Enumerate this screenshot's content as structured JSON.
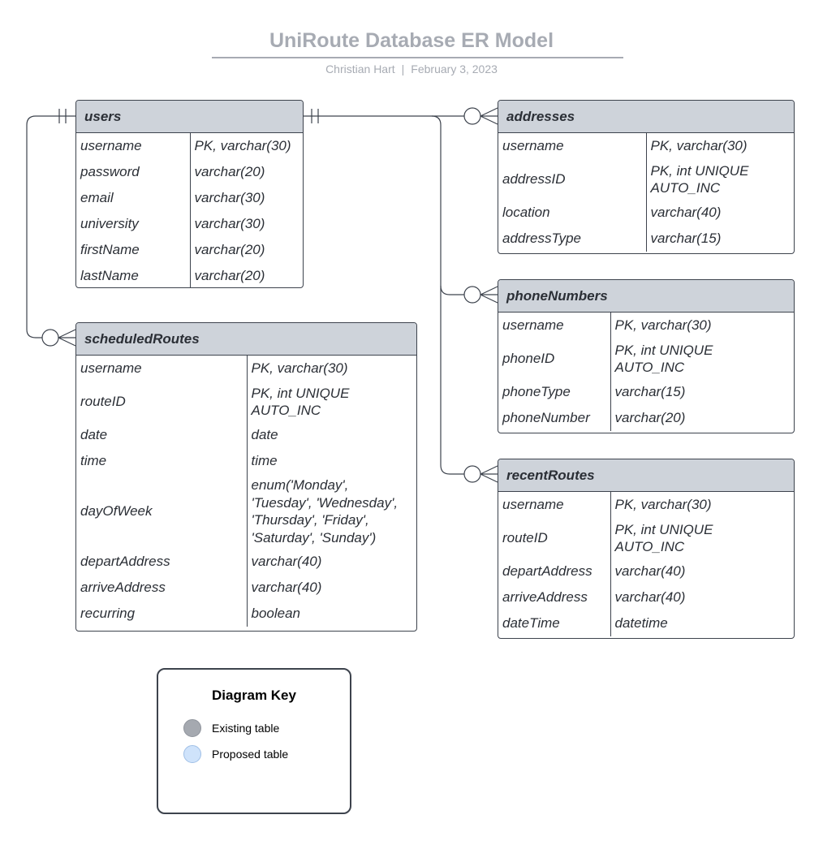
{
  "header": {
    "title": "UniRoute Database ER Model",
    "author": "Christian Hart",
    "separator": "|",
    "date": "February 3, 2023"
  },
  "entities": {
    "users": {
      "name": "users",
      "rows": [
        {
          "field": "username",
          "type": [
            "PK, varchar(30)"
          ]
        },
        {
          "field": "password",
          "type": [
            "varchar(20)"
          ]
        },
        {
          "field": "email",
          "type": [
            "varchar(30)"
          ]
        },
        {
          "field": "university",
          "type": [
            "varchar(30)"
          ]
        },
        {
          "field": "firstName",
          "type": [
            "varchar(20)"
          ]
        },
        {
          "field": "lastName",
          "type": [
            "varchar(20)"
          ]
        }
      ]
    },
    "scheduledRoutes": {
      "name": "scheduledRoutes",
      "rows": [
        {
          "field": "username",
          "type": [
            "PK, varchar(30)"
          ]
        },
        {
          "field": "routeID",
          "type": [
            "PK, int UNIQUE",
            "AUTO_INC"
          ]
        },
        {
          "field": "date",
          "type": [
            "date"
          ]
        },
        {
          "field": "time",
          "type": [
            "time"
          ]
        },
        {
          "field": "dayOfWeek",
          "type": [
            "enum('Monday',",
            "'Tuesday', 'Wednesday',",
            "'Thursday', 'Friday',",
            "'Saturday', 'Sunday')"
          ]
        },
        {
          "field": "departAddress",
          "type": [
            "varchar(40)"
          ]
        },
        {
          "field": "arriveAddress",
          "type": [
            "varchar(40)"
          ]
        },
        {
          "field": "recurring",
          "type": [
            "boolean"
          ]
        }
      ]
    },
    "addresses": {
      "name": "addresses",
      "rows": [
        {
          "field": "username",
          "type": [
            "PK, varchar(30)"
          ]
        },
        {
          "field": "addressID",
          "type": [
            "PK, int UNIQUE",
            "AUTO_INC"
          ]
        },
        {
          "field": "location",
          "type": [
            "varchar(40)"
          ]
        },
        {
          "field": "addressType",
          "type": [
            "varchar(15)"
          ]
        }
      ]
    },
    "phoneNumbers": {
      "name": "phoneNumbers",
      "rows": [
        {
          "field": "username",
          "type": [
            "PK, varchar(30)"
          ]
        },
        {
          "field": "phoneID",
          "type": [
            "PK, int UNIQUE",
            "AUTO_INC"
          ]
        },
        {
          "field": "phoneType",
          "type": [
            "varchar(15)"
          ]
        },
        {
          "field": "phoneNumber",
          "type": [
            "varchar(20)"
          ]
        }
      ]
    },
    "recentRoutes": {
      "name": "recentRoutes",
      "rows": [
        {
          "field": "username",
          "type": [
            "PK, varchar(30)"
          ]
        },
        {
          "field": "routeID",
          "type": [
            "PK, int UNIQUE",
            "AUTO_INC"
          ]
        },
        {
          "field": "departAddress",
          "type": [
            "varchar(40)"
          ]
        },
        {
          "field": "arriveAddress",
          "type": [
            "varchar(40)"
          ]
        },
        {
          "field": "dateTime",
          "type": [
            "datetime"
          ]
        }
      ]
    }
  },
  "relationships": [
    {
      "from": "users",
      "from_end": "one-and-only-one",
      "to": "scheduledRoutes",
      "to_end": "zero-or-many"
    },
    {
      "from": "users",
      "from_end": "one-and-only-one",
      "to": "addresses",
      "to_end": "zero-or-many"
    },
    {
      "from": "users",
      "from_end": "one-and-only-one",
      "to": "phoneNumbers",
      "to_end": "zero-or-many"
    },
    {
      "from": "users",
      "from_end": "one-and-only-one",
      "to": "recentRoutes",
      "to_end": "zero-or-many"
    }
  ],
  "legend": {
    "title": "Diagram Key",
    "items": [
      {
        "label": "Existing table",
        "color": "#a5a9b0",
        "border": "#8f949c"
      },
      {
        "label": "Proposed table",
        "color": "#cfe3fb",
        "border": "#9fbfe6"
      }
    ]
  },
  "colors": {
    "header_fill": "#ced3da",
    "stroke": "#3d434d",
    "title_text": "#a7abb3"
  }
}
